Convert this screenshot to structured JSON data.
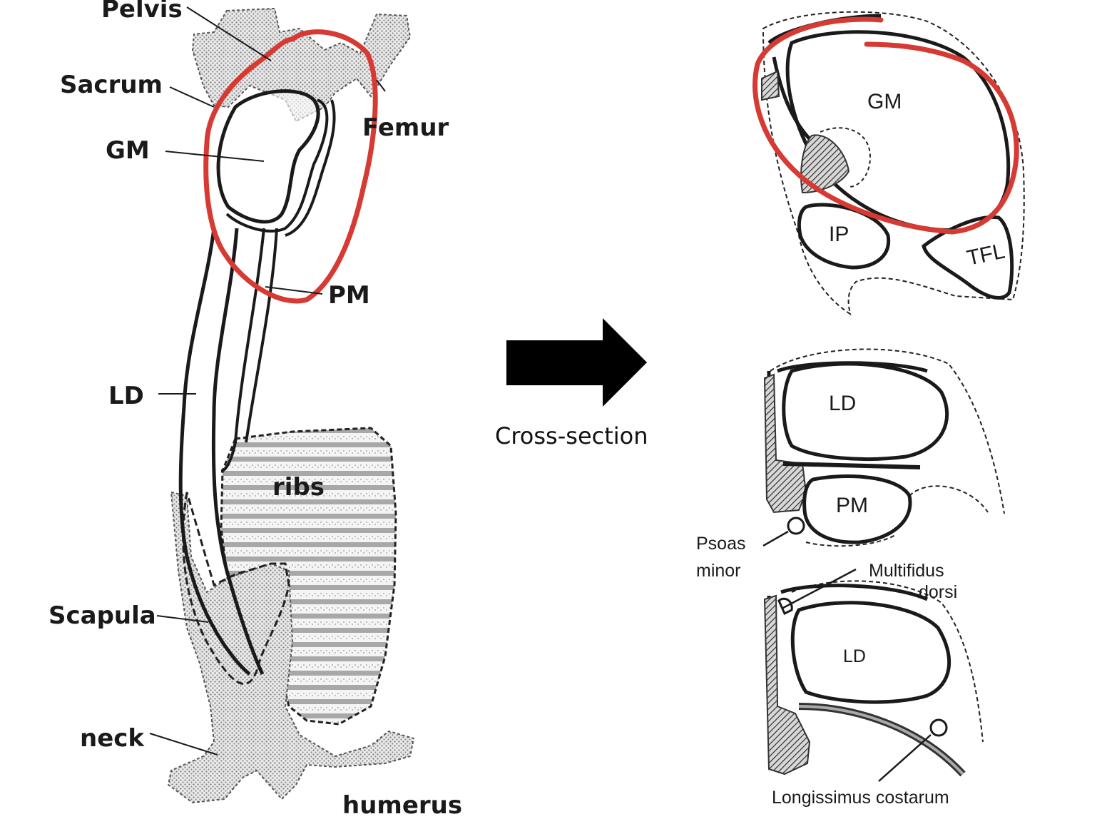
{
  "left_labels": {
    "pelvis": "Pelvis",
    "sacrum": "Sacrum",
    "gm": "GM",
    "femur": "Femur",
    "pm": "PM",
    "ld": "LD",
    "ribs": "ribs",
    "scapula": "Scapula",
    "neck": "neck",
    "humerus": "humerus"
  },
  "arrow_caption": "Cross-section",
  "right_labels": {
    "gm": "GM",
    "ip": "IP",
    "tfl": "TFL",
    "ld_middle": "LD",
    "pm": "PM",
    "psoas_minor_line1": "Psoas",
    "psoas_minor_line2": "minor",
    "multifidus_line1": "Multifidus",
    "multifidus_line2": "dorsi",
    "ld_bottom": "LD",
    "longissimus": "Longissimus costarum"
  },
  "colors": {
    "highlight": "#d63a33",
    "ink": "#1a1a1a",
    "stipple": "#9a9a9a"
  }
}
